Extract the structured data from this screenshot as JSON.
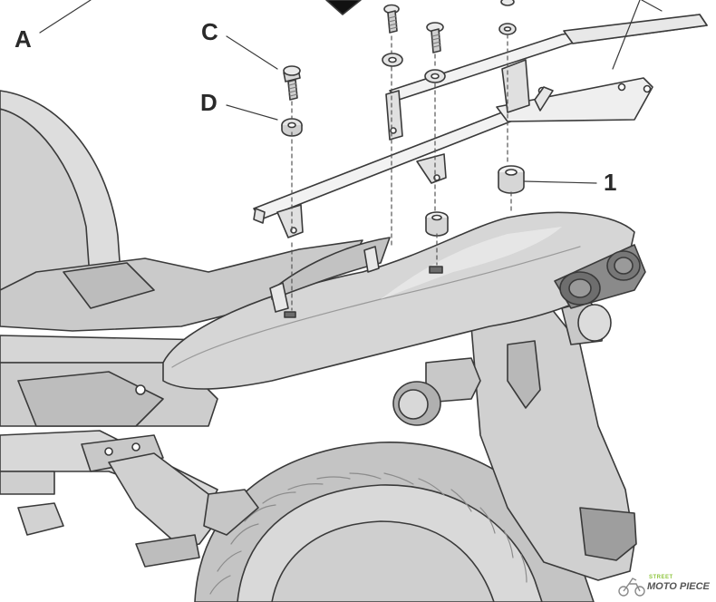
{
  "callouts": {
    "a": "A",
    "c": "C",
    "d": "D",
    "one": "1"
  },
  "watermark": {
    "tagline": "STREET",
    "brand": "MOTO PIECE"
  },
  "colors": {
    "line": "#3a3a3a",
    "panel": "#d6d6d6",
    "panel_light": "#e6e6e6",
    "panel_dark": "#b4b4b4",
    "tire": "#c4c4c4",
    "tire_dark": "#8c8c8c",
    "accent_green": "#8fc63f"
  }
}
